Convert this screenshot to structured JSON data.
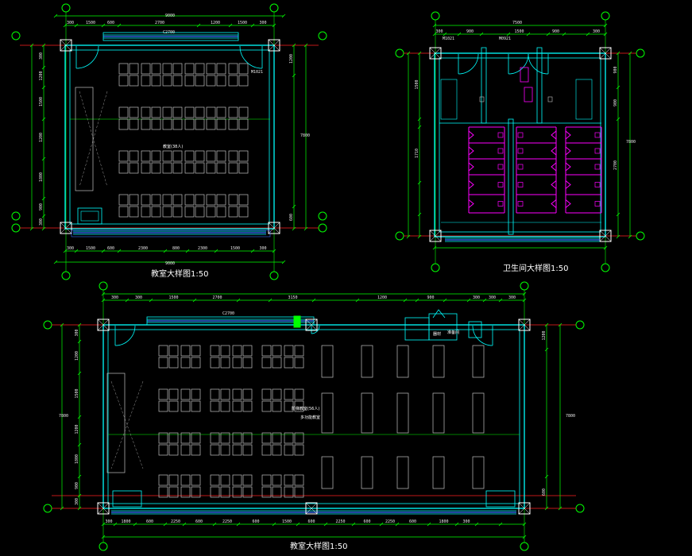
{
  "colors": {
    "background": "#000000",
    "dimension": "#00ff00",
    "wall": "#00ffff",
    "axis": "#ff2020",
    "furniture": "#c0c0c0",
    "toilet": "#ff00ff",
    "window": "#3a6cff",
    "column": "#ffffff"
  },
  "drawings": {
    "classroom_small": {
      "title": "教室大样图1:50",
      "room_label": "教室(38人)",
      "top_total": "9000",
      "right_total": "7800",
      "bottom_total": "9000",
      "top_window": "C2700",
      "door_label": "M1021"
    },
    "toilet": {
      "title": "卫生间大样图1:50",
      "right_total": "7800",
      "top_total": "7500",
      "door_labels": [
        "M1021",
        "M0921"
      ]
    },
    "classroom_large": {
      "title": "教室大样图1:50",
      "room_label_1": "阶梯教室(56人)",
      "room_label_2": "多功能教室",
      "store_label": "器材",
      "prep_label": "准备间",
      "top_window": "C2700",
      "right_total": "7800",
      "left_total": "7800"
    }
  }
}
